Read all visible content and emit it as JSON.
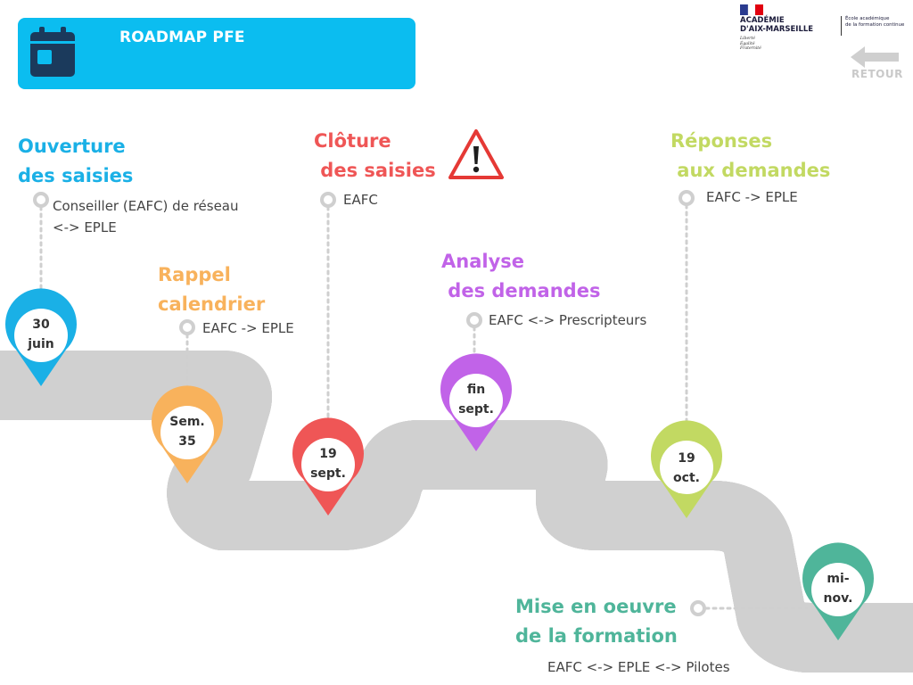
{
  "header": {
    "title": "ROADMAP PFE"
  },
  "logo": {
    "name_line1": "ACADÉMIE",
    "name_line2": "D'AIX-MARSEILLE",
    "motto": [
      "Liberté",
      "Égalité",
      "Fraternité"
    ],
    "subtitle_line1": "École académique",
    "subtitle_line2": "de la formation continue"
  },
  "nav": {
    "back_label": "RETOUR"
  },
  "milestones": [
    {
      "date": "30\njuin",
      "title": "Ouverture\ndes saisies",
      "desc": "Conseiller (EAFC) de réseau\n<-> EPLE",
      "color": "#1ab0e6"
    },
    {
      "date": "Sem.\n35",
      "title": "Rappel\ncalendrier",
      "desc": "EAFC -> EPLE",
      "color": "#f8b25c"
    },
    {
      "date": "19\nsept.",
      "title": "Clôture\n des saisies",
      "desc": "EAFC",
      "color": "#ef5656"
    },
    {
      "date": "fin\nsept.",
      "title": "Analyse\n des demandes",
      "desc": "EAFC <-> Prescripteurs",
      "color": "#c163e8"
    },
    {
      "date": "19\noct.",
      "title": "Réponses\n aux demandes",
      "desc": "EAFC -> EPLE",
      "color": "#c2d962"
    },
    {
      "date": "mi-\nnov.",
      "title": "Mise en oeuvre\nde la formation",
      "desc": "EAFC <-> EPLE <-> Pilotes",
      "color": "#4fb59a"
    }
  ],
  "colors": {
    "header": "#0bbdf0",
    "road": "#1e1e1e",
    "warning": "#e53935",
    "connector": "#cfcfcf"
  }
}
